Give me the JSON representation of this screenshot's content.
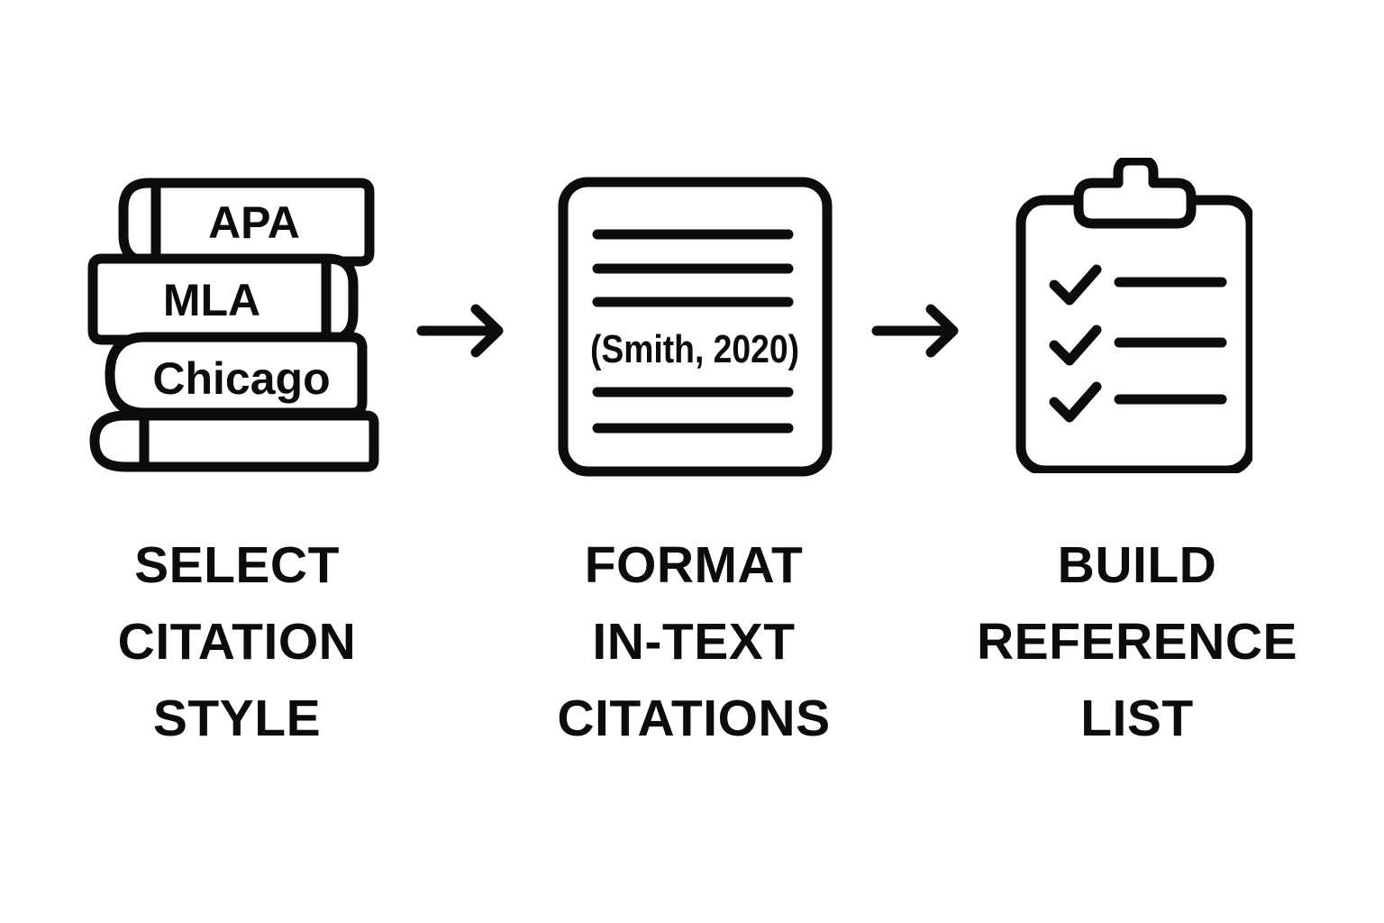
{
  "diagram": {
    "background_color": "#ffffff",
    "ink_color": "#0b0d0d",
    "connector_icon": "right-arrow-icon",
    "steps": [
      {
        "name": "select-citation-style",
        "icon": "book-stack-icon",
        "books": [
          "APA",
          "MLA",
          "Chicago"
        ],
        "label_lines": [
          "SELECT",
          "CITATION",
          "STYLE"
        ]
      },
      {
        "name": "format-in-text-citations",
        "icon": "document-lines-icon",
        "citation_text": "(Smith, 2020)",
        "label_lines": [
          "FORMAT",
          "IN-TEXT",
          "CITATIONS"
        ]
      },
      {
        "name": "build-reference-list",
        "icon": "clipboard-checklist-icon",
        "label_lines": [
          "BUILD",
          "REFERENCE",
          "LIST"
        ]
      }
    ]
  }
}
